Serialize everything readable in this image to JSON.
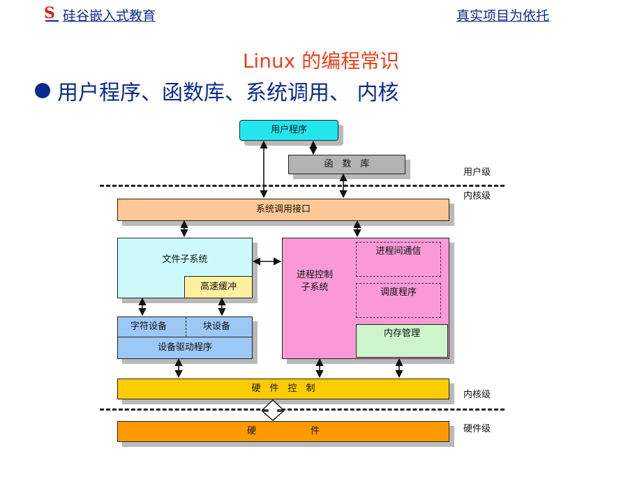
{
  "header": {
    "brand": "硅谷嵌入式教育",
    "slogan": "真实项目为依托"
  },
  "title": "Linux 的编程常识",
  "bullet": "用户程序、函数库、系统调用、 内核",
  "diagram": {
    "user_program": "用户程序",
    "library": "函　数　库",
    "syscall": "系统调用接口",
    "fs": "文件子系统",
    "cache": "高速缓冲",
    "char_dev": "字符设备",
    "block_dev": "块设备",
    "driver": "设备驱动程序",
    "proc_ctrl": "进程控制\n子系统",
    "ipc": "进程间通信",
    "scheduler": "调度程序",
    "mem": "内存管理",
    "hw_ctrl": "硬　件　控　制",
    "hw": "硬　　　　　　件",
    "level_user": "用户级",
    "level_kernel1": "内核级",
    "level_kernel2": "内核级",
    "level_hw": "硬件级"
  },
  "colors": {
    "user_program": "#22e6ee",
    "library": "#b3b3b3",
    "syscall": "#ffc896",
    "fs": "#ccfafa",
    "cache": "#fff0a0",
    "devices": "#9cc8f5",
    "proc": "#f99ad6",
    "mem": "#ccf5cc",
    "hw_ctrl": "#ffcc00",
    "hw": "#ff9a00"
  }
}
